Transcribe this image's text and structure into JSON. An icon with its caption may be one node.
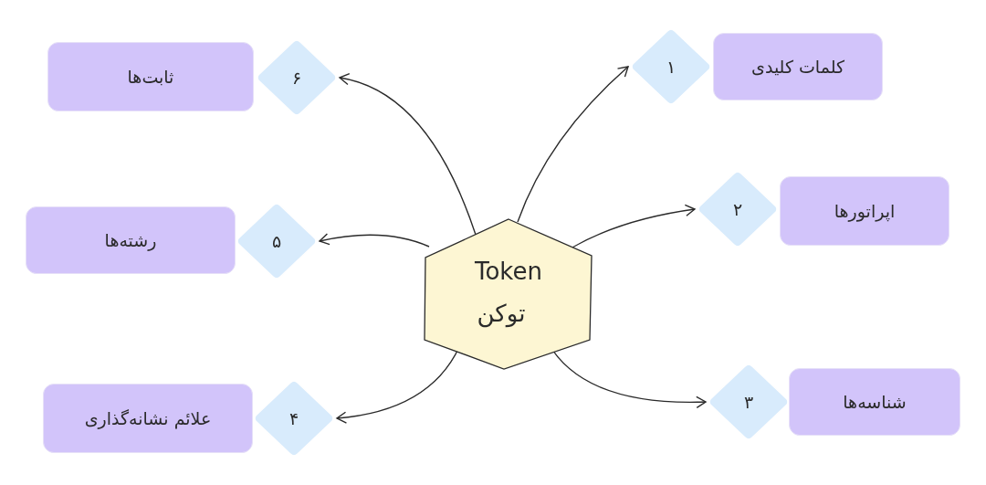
{
  "diagram": {
    "nodes": [
      {
        "text": [
          "Token",
          "توکن"
        ]
      },
      {
        "text": [
          "۱"
        ]
      },
      {
        "text": [
          "کلمات کلیدی"
        ]
      },
      {
        "text": [
          "۲"
        ]
      },
      {
        "text": [
          "اپراتورها"
        ]
      },
      {
        "text": [
          "۳"
        ]
      },
      {
        "text": [
          "شناسه‌ها"
        ]
      },
      {
        "text": [
          "۴"
        ]
      },
      {
        "text": [
          "علائم نشانه‌گذاری"
        ]
      },
      {
        "text": [
          "۵"
        ]
      },
      {
        "text": [
          "رشته‌ها"
        ]
      },
      {
        "text": [
          "۶"
        ]
      },
      {
        "text": [
          "ثابت‌ها"
        ]
      }
    ],
    "edges": [
      {
        "from": 0,
        "to": 1,
        "arrow": "to"
      },
      {
        "from": 0,
        "to": 3,
        "arrow": "to"
      },
      {
        "from": 0,
        "to": 5,
        "arrow": "to"
      },
      {
        "from": 0,
        "to": 7,
        "arrow": "to"
      },
      {
        "from": 0,
        "to": 9,
        "arrow": "to"
      },
      {
        "from": 0,
        "to": 11,
        "arrow": "to"
      }
    ]
  }
}
